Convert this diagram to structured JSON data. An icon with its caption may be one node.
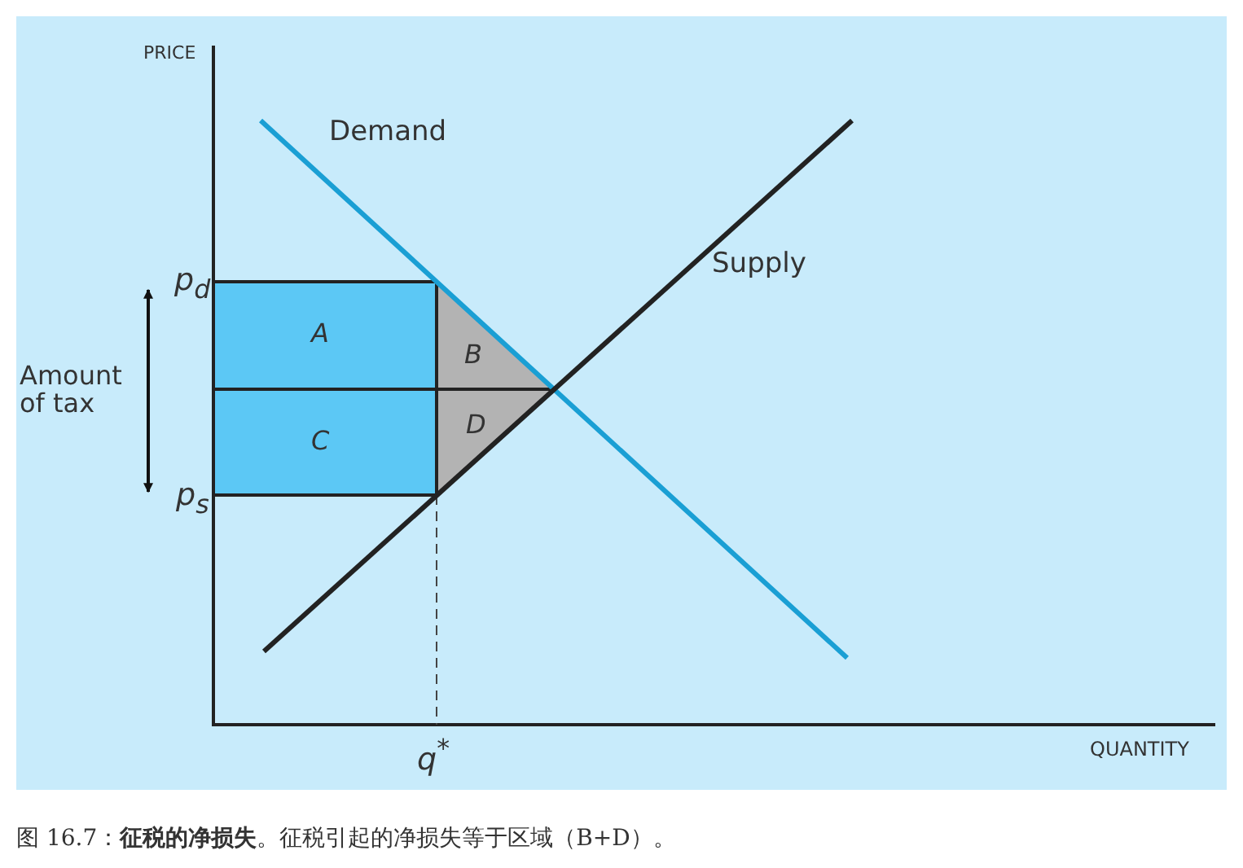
{
  "diagram": {
    "caption": "图 16.7：**征税的净损失**。征税引起的净损失等于区域（B+D）。",
    "nodes": [
      {
        "text": [
          "A"
        ]
      },
      {
        "text": [
          "B"
        ]
      },
      {
        "text": [
          "C"
        ]
      },
      {
        "text": [
          "D"
        ]
      }
    ],
    "labels": [
      "PRICE",
      "Demand",
      "Supply",
      "p$_{d}$",
      "Amount of tax",
      "p$_{s}$",
      "q$^{*}$",
      "QUANTITY"
    ]
  }
}
